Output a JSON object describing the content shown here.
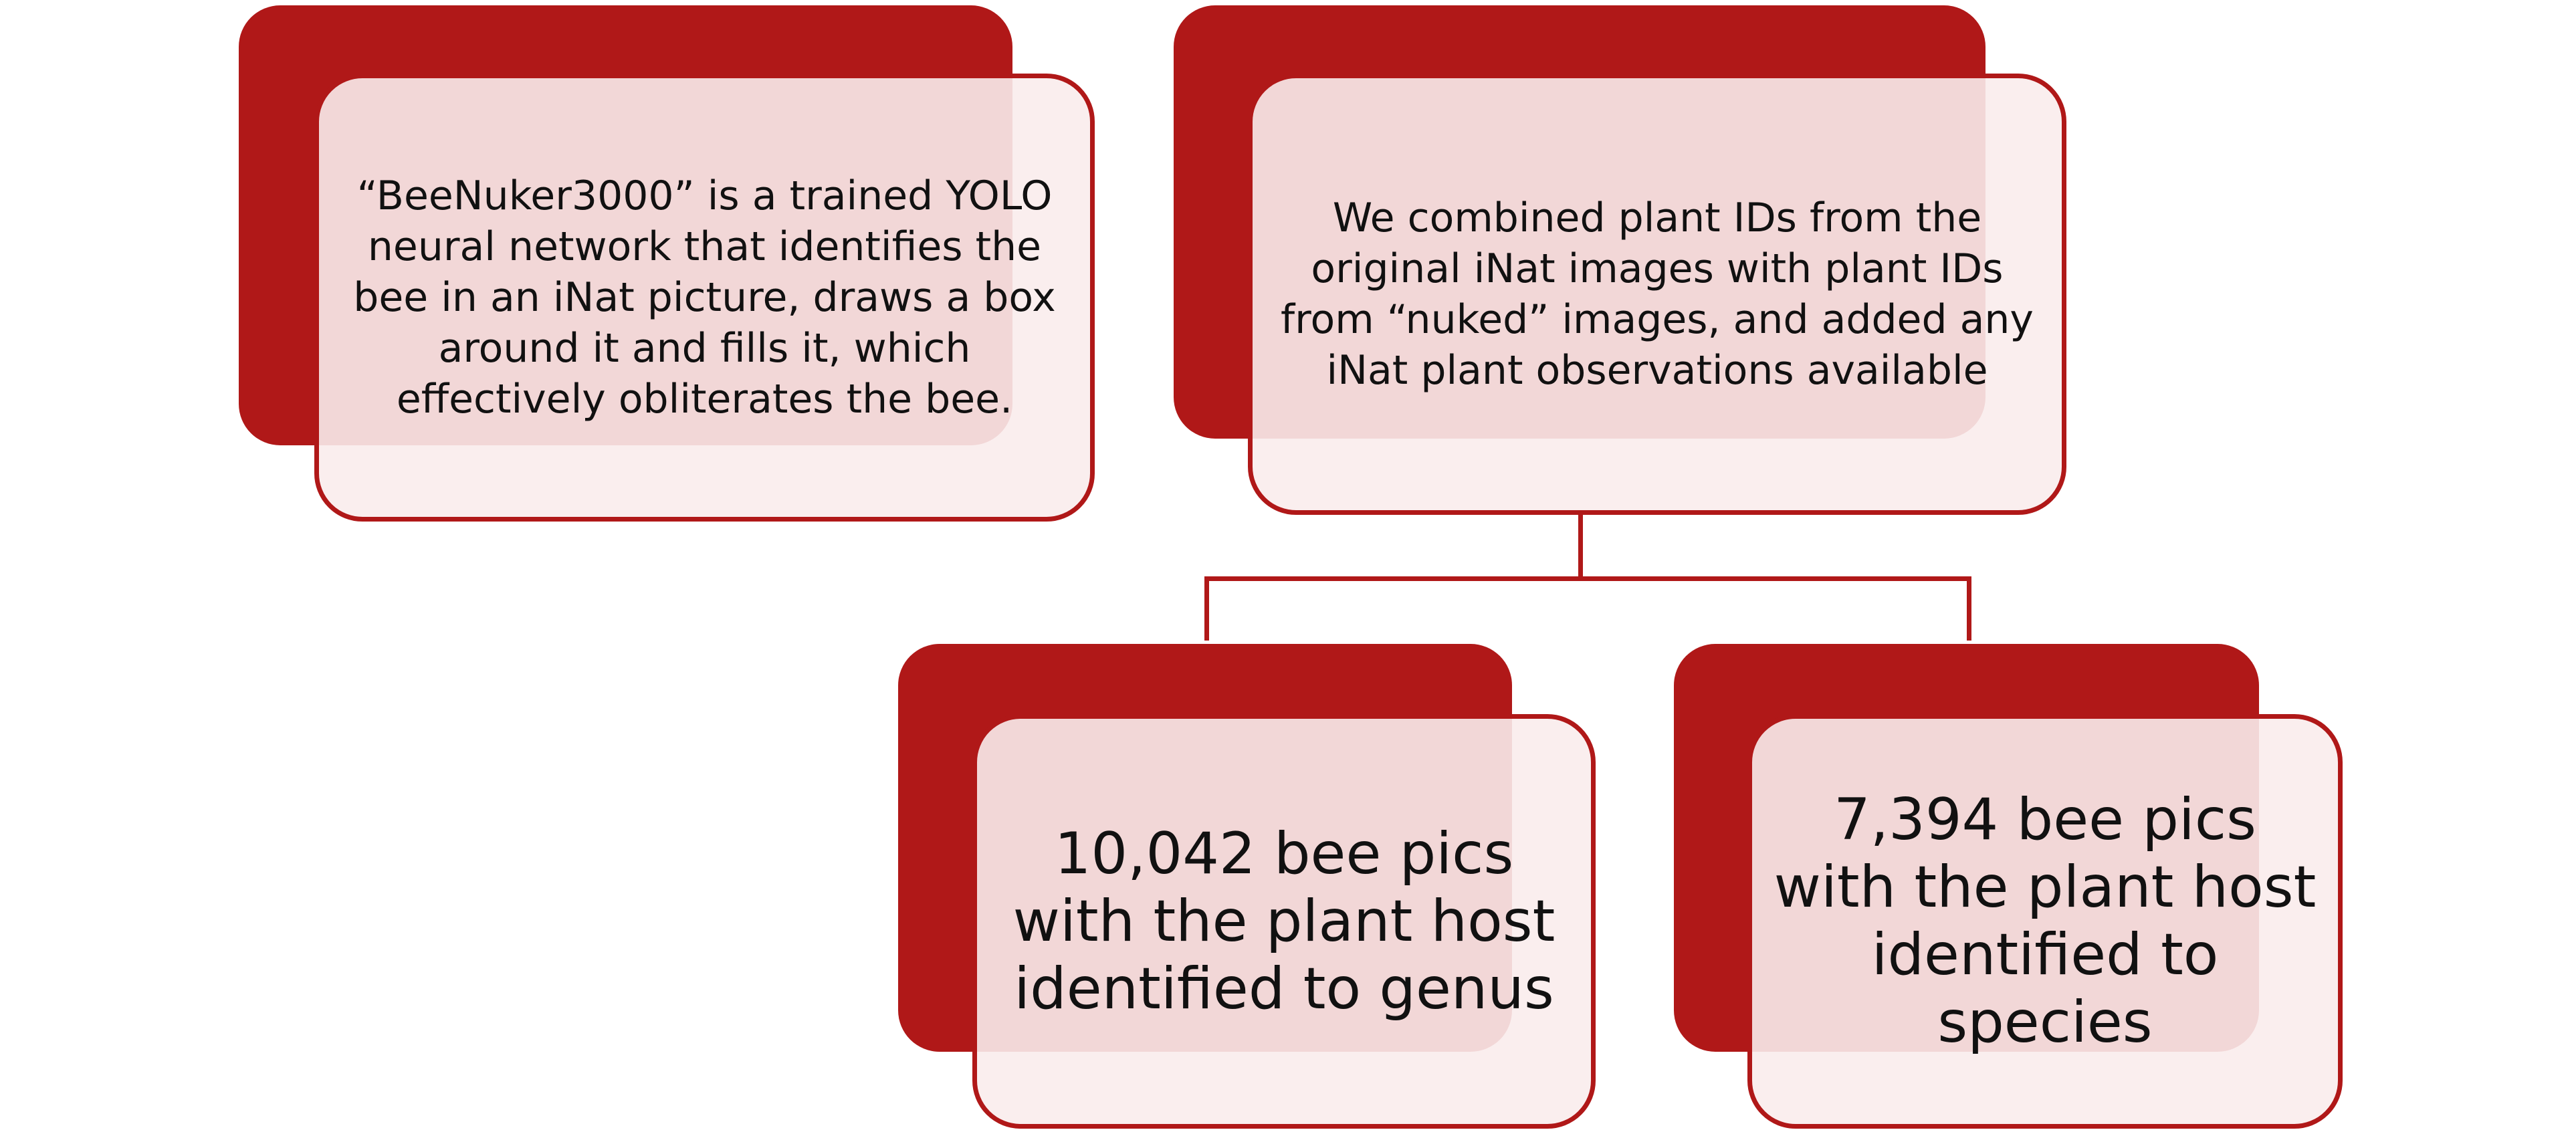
{
  "colors": {
    "accent": "#b01818",
    "card_fill": "#faecec",
    "text": "#111111"
  },
  "nodes": {
    "beenuker": {
      "text": "“BeeNuker3000” is a trained YOLO neural network that identifies the bee in an iNat picture, draws a box around it and fills it, which effectively obliterates the bee."
    },
    "combined": {
      "text": "We combined plant IDs from the original iNat images with plant IDs from “nuked” images, and added any iNat plant observations available"
    },
    "genus": {
      "text": "10,042 bee pics with the plant host identified to genus"
    },
    "species": {
      "text": "7,394 bee pics with the plant host identified to species"
    }
  },
  "connections": [
    {
      "from": "combined",
      "to": "genus"
    },
    {
      "from": "combined",
      "to": "species"
    }
  ]
}
